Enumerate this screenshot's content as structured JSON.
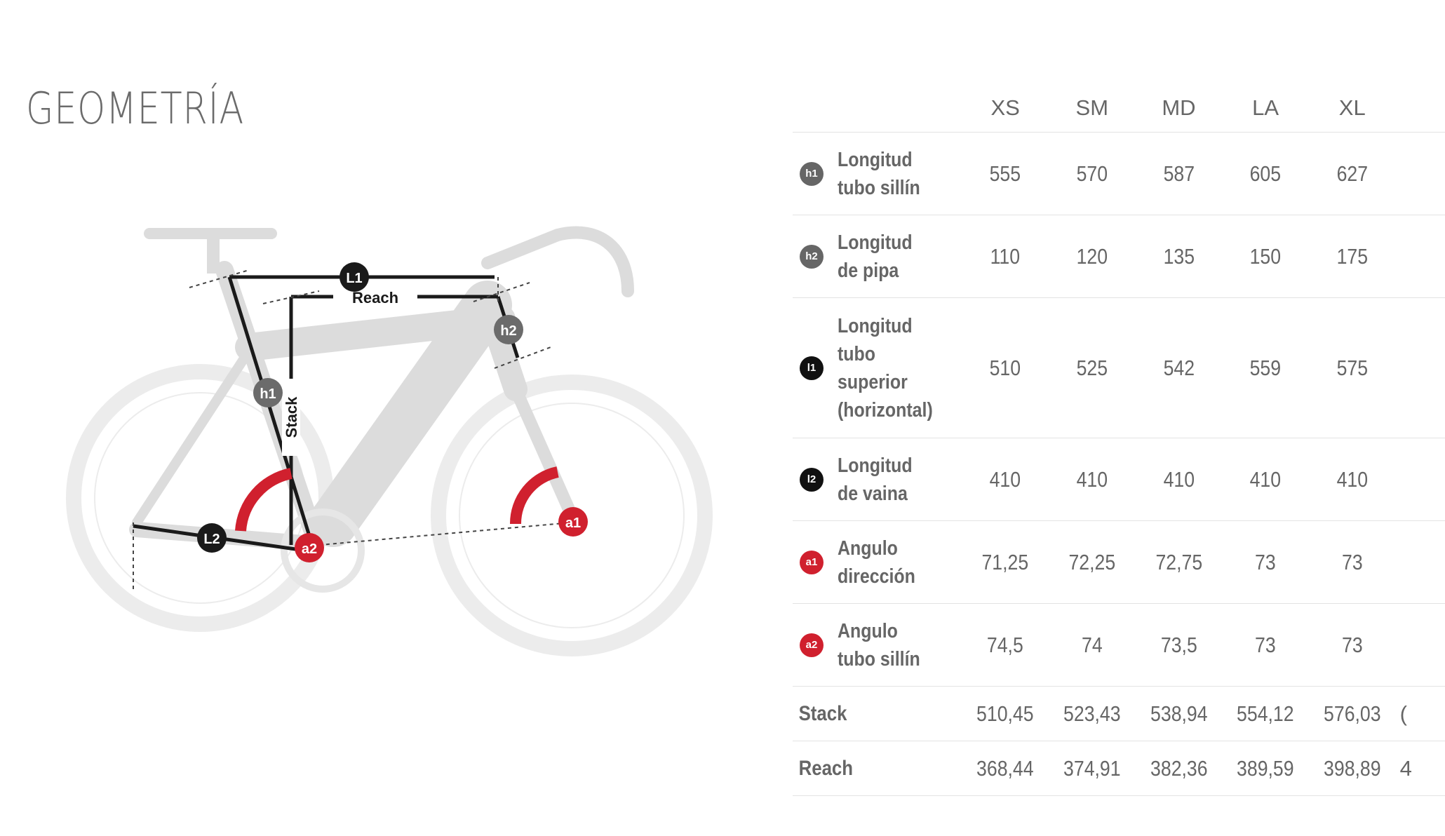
{
  "title": "GEOMETRÍA",
  "table": {
    "sizes": [
      "XS",
      "SM",
      "MD",
      "LA",
      "XL"
    ],
    "rows": [
      {
        "badge": "h1",
        "badge_color": "#666666",
        "label": "Longitud\ntubo sillín",
        "values": [
          "555",
          "570",
          "587",
          "605",
          "627"
        ]
      },
      {
        "badge": "h2",
        "badge_color": "#666666",
        "label": "Longitud\nde pipa",
        "values": [
          "110",
          "120",
          "135",
          "150",
          "175"
        ]
      },
      {
        "badge": "l1",
        "badge_color": "#111111",
        "label": "Longitud\ntubo\nsuperior\n(horizontal)",
        "values": [
          "510",
          "525",
          "542",
          "559",
          "575"
        ]
      },
      {
        "badge": "l2",
        "badge_color": "#111111",
        "label": "Longitud\nde vaina",
        "values": [
          "410",
          "410",
          "410",
          "410",
          "410"
        ]
      },
      {
        "badge": "a1",
        "badge_color": "#d0202e",
        "label": "Angulo\ndirección",
        "values": [
          "71,25",
          "72,25",
          "72,75",
          "73",
          "73"
        ]
      },
      {
        "badge": "a2",
        "badge_color": "#d0202e",
        "label": "Angulo\ntubo sillín",
        "values": [
          "74,5",
          "74",
          "73,5",
          "73",
          "73"
        ]
      }
    ],
    "stack": {
      "label": "Stack",
      "values": [
        "510,45",
        "523,43",
        "538,94",
        "554,12",
        "576,03"
      ],
      "cut": "("
    },
    "reach": {
      "label": "Reach",
      "values": [
        "368,44",
        "374,91",
        "382,36",
        "389,59",
        "398,89"
      ],
      "cut": "4"
    }
  },
  "diagram": {
    "labels": {
      "l1": "L1",
      "l2": "L2",
      "h1": "h1",
      "h2": "h2",
      "a1": "a1",
      "a2": "a2",
      "reach": "Reach",
      "stack": "Stack"
    },
    "colors": {
      "frame": "#d9d9d9",
      "wheel": "#ececec",
      "measure": "#1a1a1a",
      "angle": "#d0202e",
      "grey_badge": "#6b6b6b"
    }
  }
}
